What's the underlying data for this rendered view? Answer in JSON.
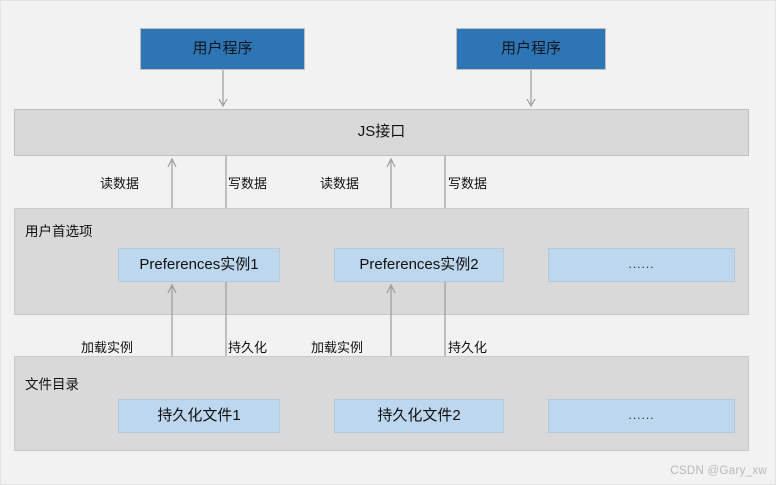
{
  "diagram": {
    "title": "HarmonyOS Preferences architecture diagram",
    "background_color": "#f2f2f2",
    "accent_color": "#2e75b6",
    "instance_color": "#bdd7ee",
    "layer_color": "#d9d9d9",
    "arrow_color": "#9c9c9c"
  },
  "apps": [
    {
      "label": "用户程序"
    },
    {
      "label": "用户程序"
    }
  ],
  "interface_bar": {
    "label": "JS接口"
  },
  "layers": [
    {
      "title": "用户首选项"
    },
    {
      "title": "文件目录"
    }
  ],
  "preferences": [
    {
      "label": "Preferences实例1"
    },
    {
      "label": "Preferences实例2"
    },
    {
      "label": "......"
    }
  ],
  "files": [
    {
      "label": "持久化文件1"
    },
    {
      "label": "持久化文件2"
    },
    {
      "label": "......"
    }
  ],
  "edges_upper": [
    {
      "label": "读数据",
      "direction": "up"
    },
    {
      "label": "写数据",
      "direction": "down"
    },
    {
      "label": "读数据",
      "direction": "up"
    },
    {
      "label": "写数据",
      "direction": "down"
    }
  ],
  "edges_lower": [
    {
      "label": "加载实例",
      "direction": "up"
    },
    {
      "label": "持久化",
      "direction": "down"
    },
    {
      "label": "加载实例",
      "direction": "up"
    },
    {
      "label": "持久化",
      "direction": "down"
    }
  ],
  "watermark": {
    "text": "CSDN @Gary_xw"
  }
}
